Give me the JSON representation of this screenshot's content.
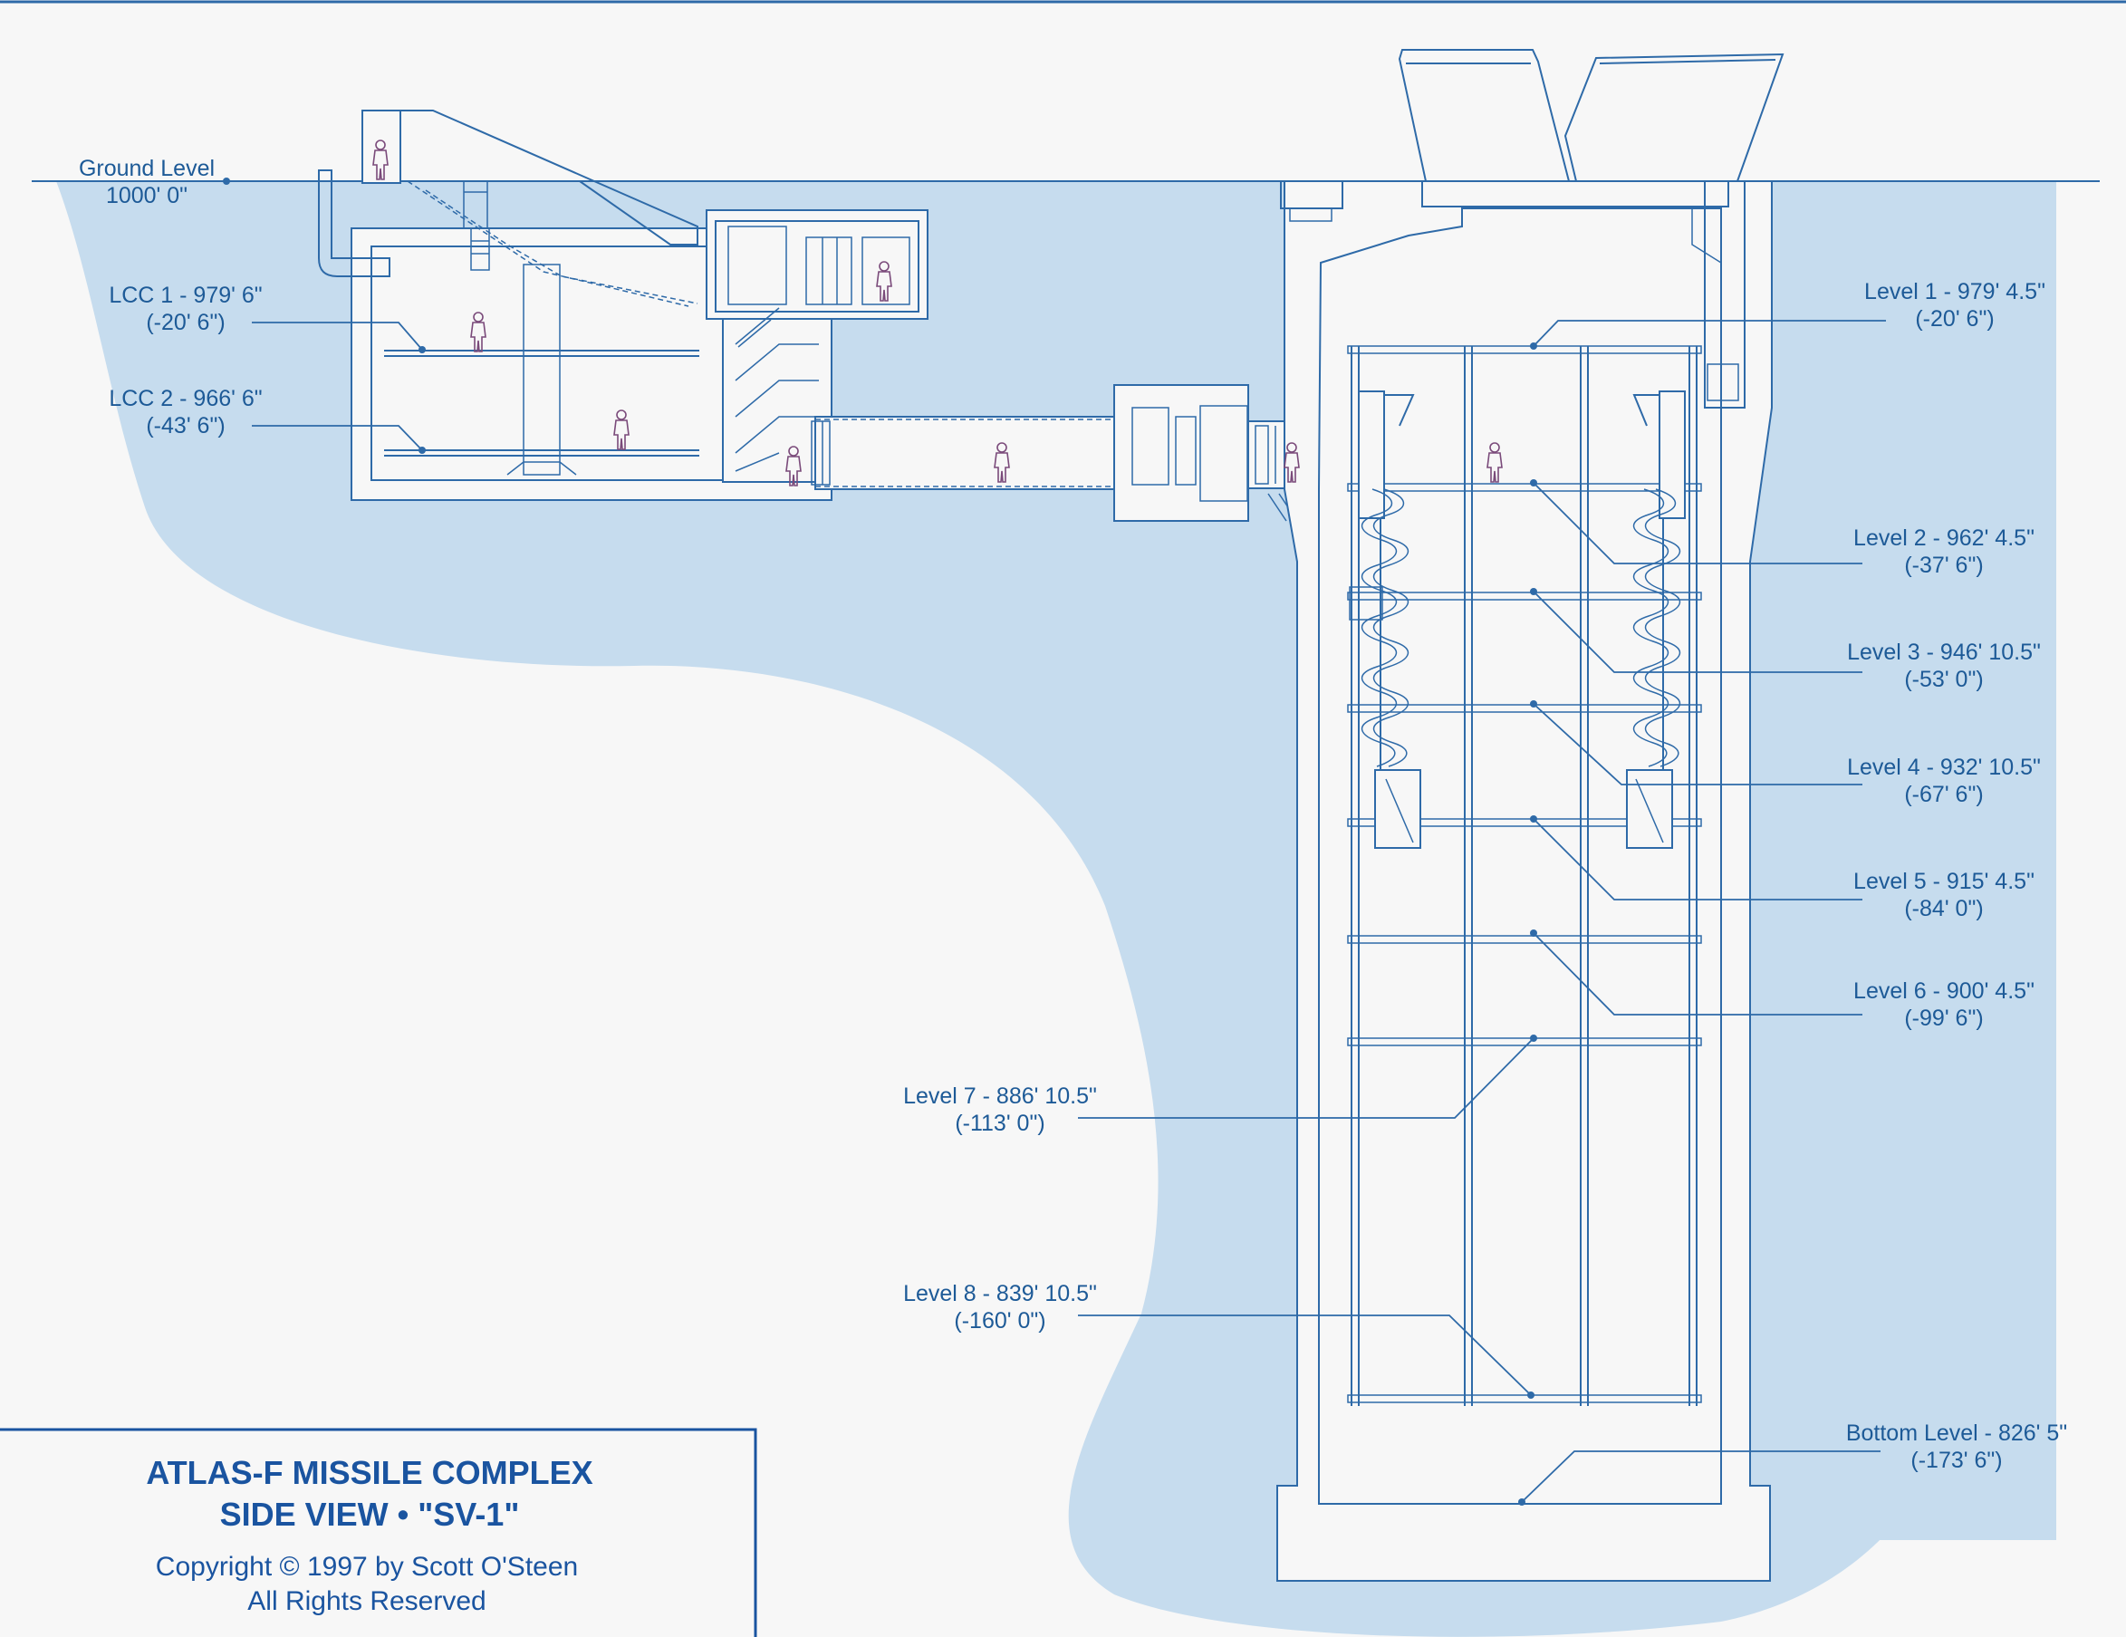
{
  "diagram": {
    "colors": {
      "earth": "#c6dcee",
      "line": "#2e6aa8",
      "text": "#1d5a97",
      "background": "#f7f7f7",
      "figure": "#7a4a7a"
    },
    "ground": {
      "name": "Ground Level",
      "value": "1000' 0\""
    },
    "lcc_levels": [
      {
        "name": "LCC 1 - 979' 6\"",
        "depth": "(-20' 6\")"
      },
      {
        "name": "LCC 2 - 966' 6\"",
        "depth": "(-43' 6\")"
      }
    ],
    "silo_levels": [
      {
        "name": "Level 1 - 979' 4.5\"",
        "depth": "(-20' 6\")"
      },
      {
        "name": "Level 2 - 962' 4.5\"",
        "depth": "(-37' 6\")"
      },
      {
        "name": "Level 3 - 946' 10.5\"",
        "depth": "(-53' 0\")"
      },
      {
        "name": "Level 4 - 932' 10.5\"",
        "depth": "(-67' 6\")"
      },
      {
        "name": "Level 5 - 915' 4.5\"",
        "depth": "(-84' 0\")"
      },
      {
        "name": "Level 6 - 900' 4.5\"",
        "depth": "(-99' 6\")"
      },
      {
        "name": "Level 7 - 886' 10.5\"",
        "depth": "(-113' 0\")"
      },
      {
        "name": "Level 8 - 839' 10.5\"",
        "depth": "(-160' 0\")"
      },
      {
        "name": "Bottom Level - 826' 5\"",
        "depth": "(-173' 6\")"
      }
    ]
  },
  "title_block": {
    "line1": "ATLAS-F MISSILE COMPLEX",
    "line2": "SIDE VIEW • \"SV-1\"",
    "copyright": "Copyright © 1997 by Scott O'Steen",
    "rights": "All Rights Reserved"
  }
}
